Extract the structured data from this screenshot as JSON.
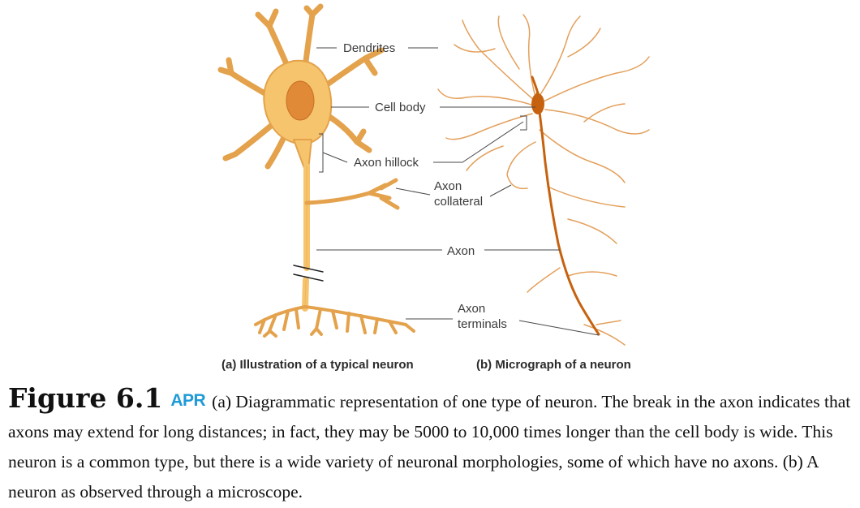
{
  "labels": {
    "dendrites": "Dendrites",
    "cell_body": "Cell body",
    "axon_hillock": "Axon hillock",
    "axon_collateral_line1": "Axon",
    "axon_collateral_line2": "collateral",
    "axon": "Axon",
    "axon_terminals_line1": "Axon",
    "axon_terminals_line2": "terminals"
  },
  "panels": {
    "a": "(a) Illustration of a typical neuron",
    "b": "(b) Micrograph of a neuron"
  },
  "caption": {
    "figure_number": "Figure 6.1",
    "badge": "APR",
    "text": "(a) Diagrammatic representation of one type of neuron. The break in the axon indicates that axons may extend for long distances; in fact, they may be 5000 to 10,000 times longer than the cell body is wide. This neuron is a common type, but there is a wide variety of neuronal morphologies, some of which have no axons. (b) A neuron as observed through a microscope."
  },
  "colors": {
    "neuron_fill": "#F6C46C",
    "neuron_outline": "#E3A24B",
    "nucleus": "#E08A38",
    "micrograph_dark": "#C6620F",
    "micrograph_light": "#E3A05C",
    "apr_badge": "#1F9AD6"
  }
}
